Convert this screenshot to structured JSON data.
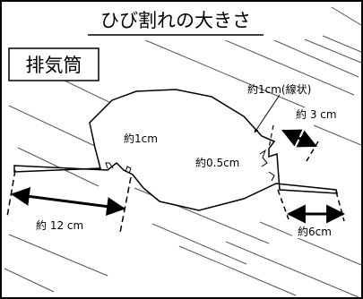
{
  "title": "ひび割れの大きさ",
  "part_label": "排気筒",
  "labels": {
    "crack_width_note": "約1cm(線状)",
    "right_upper_length": "約 3 cm",
    "center_gap": "約1cm",
    "right_gap": "約0.5cm",
    "left_length": "約 12 cm",
    "right_lower_length": "約6cm"
  },
  "colors": {
    "line": "#000000",
    "background": "#ffffff"
  }
}
